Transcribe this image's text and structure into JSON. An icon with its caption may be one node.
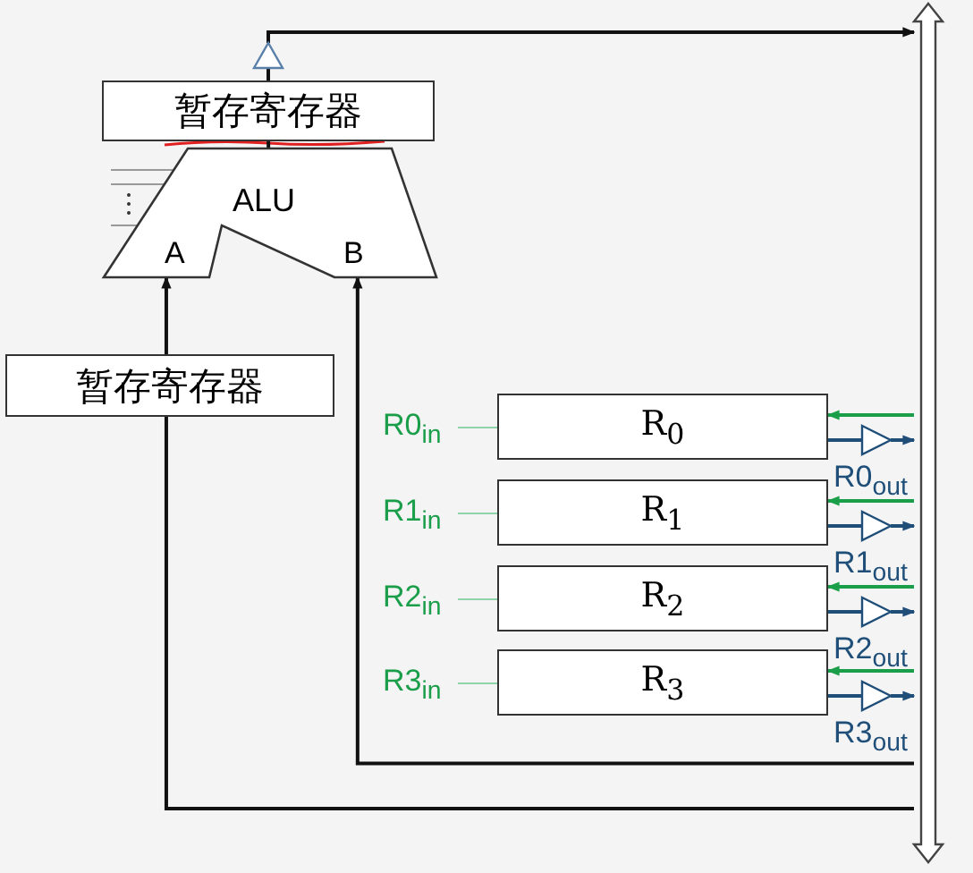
{
  "diagram": {
    "nodes": [
      {
        "text": [],
        "shape": "triangle"
      },
      {
        "text": [
          "暂存寄存器"
        ]
      },
      {
        "text": [
          "ALU",
          "A",
          "B"
        ]
      },
      {
        "text": [
          "暂存寄存器"
        ]
      },
      {
        "text": [
          "R0$_{in}$"
        ]
      },
      {
        "text": [
          "R$_{0}$"
        ]
      },
      {
        "text": [],
        "shape": "triangle",
        "beside": [
          "R0$_{out}$"
        ]
      },
      {
        "text": [
          "R1$_{in}$"
        ]
      },
      {
        "text": [
          "R$_{1}$"
        ]
      },
      {
        "text": [],
        "shape": "triangle",
        "beside": [
          "R1$_{out}$"
        ]
      },
      {
        "text": [
          "R2$_{in}$"
        ]
      },
      {
        "text": [
          "R$_{2}$"
        ]
      },
      {
        "text": [],
        "shape": "triangle",
        "beside": [
          "R2$_{out}$"
        ]
      },
      {
        "text": [
          "R3$_{in}$"
        ]
      },
      {
        "text": [
          "R$_{3}$"
        ]
      },
      {
        "text": [],
        "shape": "triangle",
        "beside": [
          "R3$_{out}$"
        ]
      },
      {
        "text": [],
        "shape": "bar"
      }
    ],
    "edges": [
      {
        "from": 2,
        "to": 1,
        "arrow": "none",
        "color": "#111111"
      },
      {
        "from": 1,
        "to": 0,
        "arrow": "none",
        "color": "#111111"
      },
      {
        "from": 0,
        "to": 16,
        "arrow": "to",
        "color": "#111111"
      },
      {
        "from": 16,
        "to": 3,
        "arrow": "none",
        "color": "#111111"
      },
      {
        "from": 3,
        "to": 2,
        "arrow": "to",
        "color": "#111111"
      },
      {
        "from": 16,
        "to": 2,
        "arrow": "to",
        "color": "#111111"
      },
      {
        "from": 4,
        "to": 5,
        "arrow": "none",
        "color": "#8fd4a8"
      },
      {
        "from": 16,
        "to": 5,
        "arrow": "to",
        "color": "#1a9e4a"
      },
      {
        "from": 5,
        "to": 6,
        "arrow": "none",
        "color": "#1f4e79"
      },
      {
        "from": 6,
        "to": 16,
        "arrow": "to",
        "color": "#1f4e79"
      },
      {
        "from": 7,
        "to": 8,
        "arrow": "none",
        "color": "#8fd4a8"
      },
      {
        "from": 16,
        "to": 8,
        "arrow": "to",
        "color": "#1a9e4a"
      },
      {
        "from": 8,
        "to": 9,
        "arrow": "none",
        "color": "#1f4e79"
      },
      {
        "from": 9,
        "to": 16,
        "arrow": "to",
        "color": "#1f4e79"
      },
      {
        "from": 10,
        "to": 11,
        "arrow": "none",
        "color": "#8fd4a8"
      },
      {
        "from": 16,
        "to": 11,
        "arrow": "to",
        "color": "#1a9e4a"
      },
      {
        "from": 11,
        "to": 12,
        "arrow": "none",
        "color": "#1f4e79"
      },
      {
        "from": 12,
        "to": 16,
        "arrow": "to",
        "color": "#1f4e79"
      },
      {
        "from": 13,
        "to": 14,
        "arrow": "none",
        "color": "#8fd4a8"
      },
      {
        "from": 16,
        "to": 14,
        "arrow": "to",
        "color": "#1a9e4a"
      },
      {
        "from": 14,
        "to": 15,
        "arrow": "none",
        "color": "#1f4e79"
      },
      {
        "from": 15,
        "to": 16,
        "arrow": "to",
        "color": "#1f4e79"
      }
    ]
  }
}
